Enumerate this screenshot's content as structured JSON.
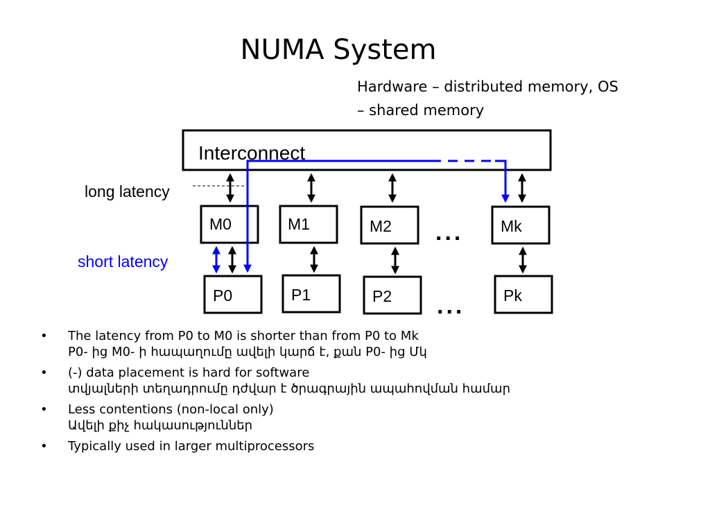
{
  "slide": {
    "title": "NUMA System",
    "subtitle_lines": [
      "Hardware – distributed memory, OS",
      "– shared memory"
    ]
  },
  "diagram": {
    "interconnect_label": "Interconnect",
    "memory_nodes": [
      "M0",
      "M1",
      "M2",
      "Mk"
    ],
    "processor_nodes": [
      "P0",
      "P1",
      "P2",
      "Pk"
    ],
    "ellipsis": "...",
    "long_latency_label": "long latency",
    "short_latency_label": "short latency",
    "colors": {
      "stroke": "#000000",
      "highlight": "#0000ff",
      "dotted_leader": "#555555"
    }
  },
  "bullets": [
    {
      "mark": "•",
      "lines": [
        "The latency from P0 to M0 is shorter than from P0 to Mk",
        "P0- ից M0- ի հապաղումը ավելի կարճ է, քան P0- ից Մկ"
      ]
    },
    {
      "mark": "•",
      "lines": [
        "(-) data placement is hard for software",
        "տվյալների տեղադրումը դժվար է ծրագրային ապահովման համար"
      ]
    },
    {
      "mark": "•",
      "lines": [
        "Less contentions (non-local only)",
        "Ավելի քիչ հակասություններ"
      ]
    },
    {
      "mark": "•",
      "lines": [
        "Typically used in larger multiprocessors"
      ]
    }
  ]
}
